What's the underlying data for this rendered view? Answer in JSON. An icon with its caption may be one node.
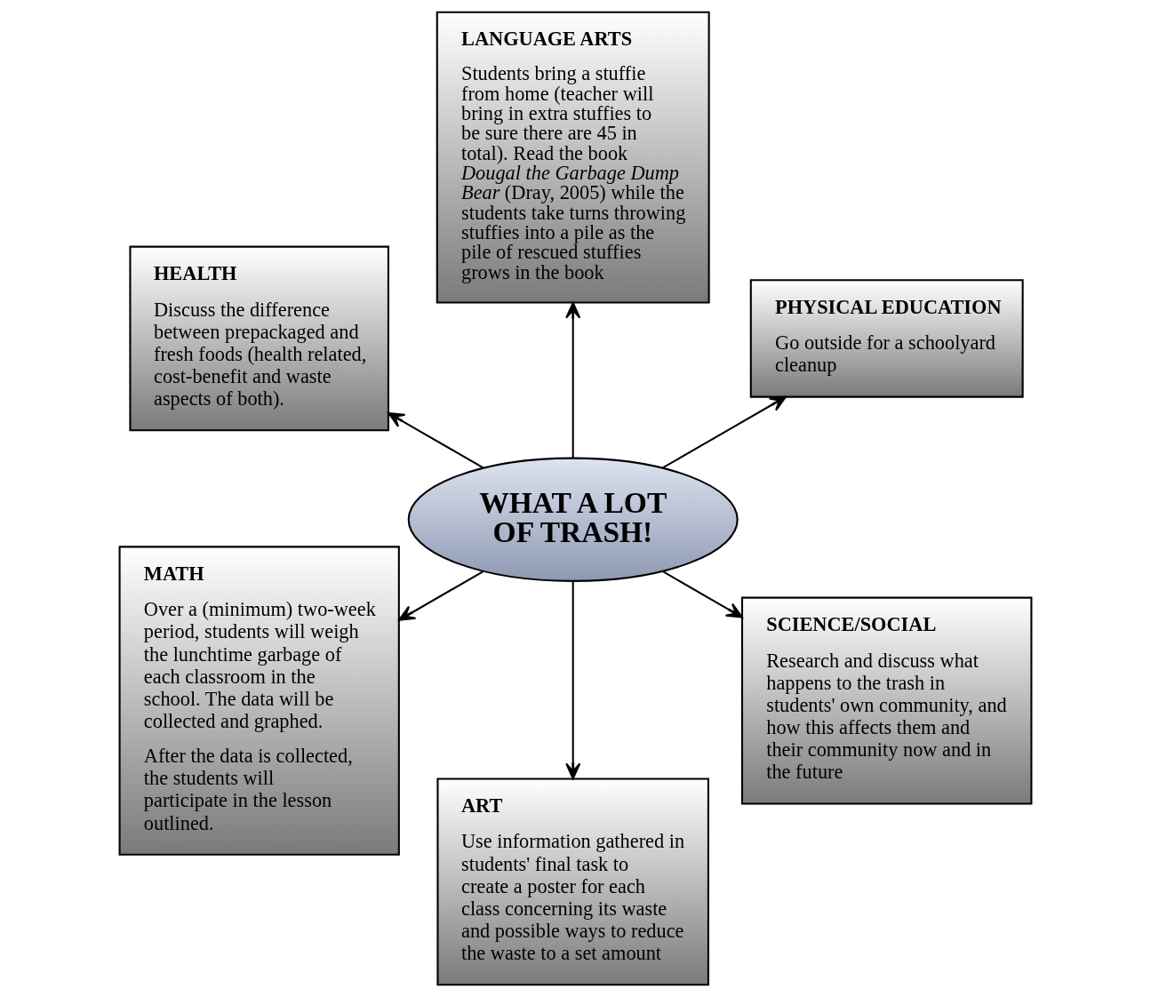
{
  "diagram": {
    "nodes": [
      {
        "text": [
          "WHAT A LOT OF TRASH!"
        ]
      },
      {
        "text": [
          "PHYSICAL EDUCATION",
          "Go outside for a schoolyard cleanup"
        ]
      },
      {
        "text": [
          "LANGUAGE ARTS",
          "Students bring a stuffie from home (teacher will bring in extra stuffies to be sure there are 45 in total). Read the book *Dougal the Garbage Dump Bear* (Dray, 2005) while the students take turns throwing stuffies into a pile as the pile of rescued stuffies grows in the book"
        ]
      },
      {
        "text": [
          "HEALTH",
          "Discuss the difference between prepackaged and fresh foods (health related, cost-benefit and waste aspects of both)."
        ]
      },
      {
        "text": [
          "MATH",
          "Over a (minimum) two-week period, students will weigh the lunchtime garbage of each classroom in the school. The data will be collected and graphed.",
          "After the data is collected, the students will participate in the lesson outlined."
        ]
      },
      {
        "text": [
          "ART",
          "Use information gathered in students' final task to create a poster for each class concerning its waste and possible ways to reduce the waste to a set amount"
        ]
      },
      {
        "text": [
          "SCIENCE/SOCIAL",
          "Research and discuss what happens to the trash in students' own community, and how this affects them and their community now and in the future"
        ]
      }
    ],
    "edges": [
      {
        "from": 0,
        "to": 1,
        "arrow": "to"
      },
      {
        "from": 0,
        "to": 2,
        "arrow": "to"
      },
      {
        "from": 0,
        "to": 3,
        "arrow": "to"
      },
      {
        "from": 0,
        "to": 4,
        "arrow": "to"
      },
      {
        "from": 0,
        "to": 5,
        "arrow": "to"
      },
      {
        "from": 0,
        "to": 6,
        "arrow": "to"
      }
    ]
  }
}
